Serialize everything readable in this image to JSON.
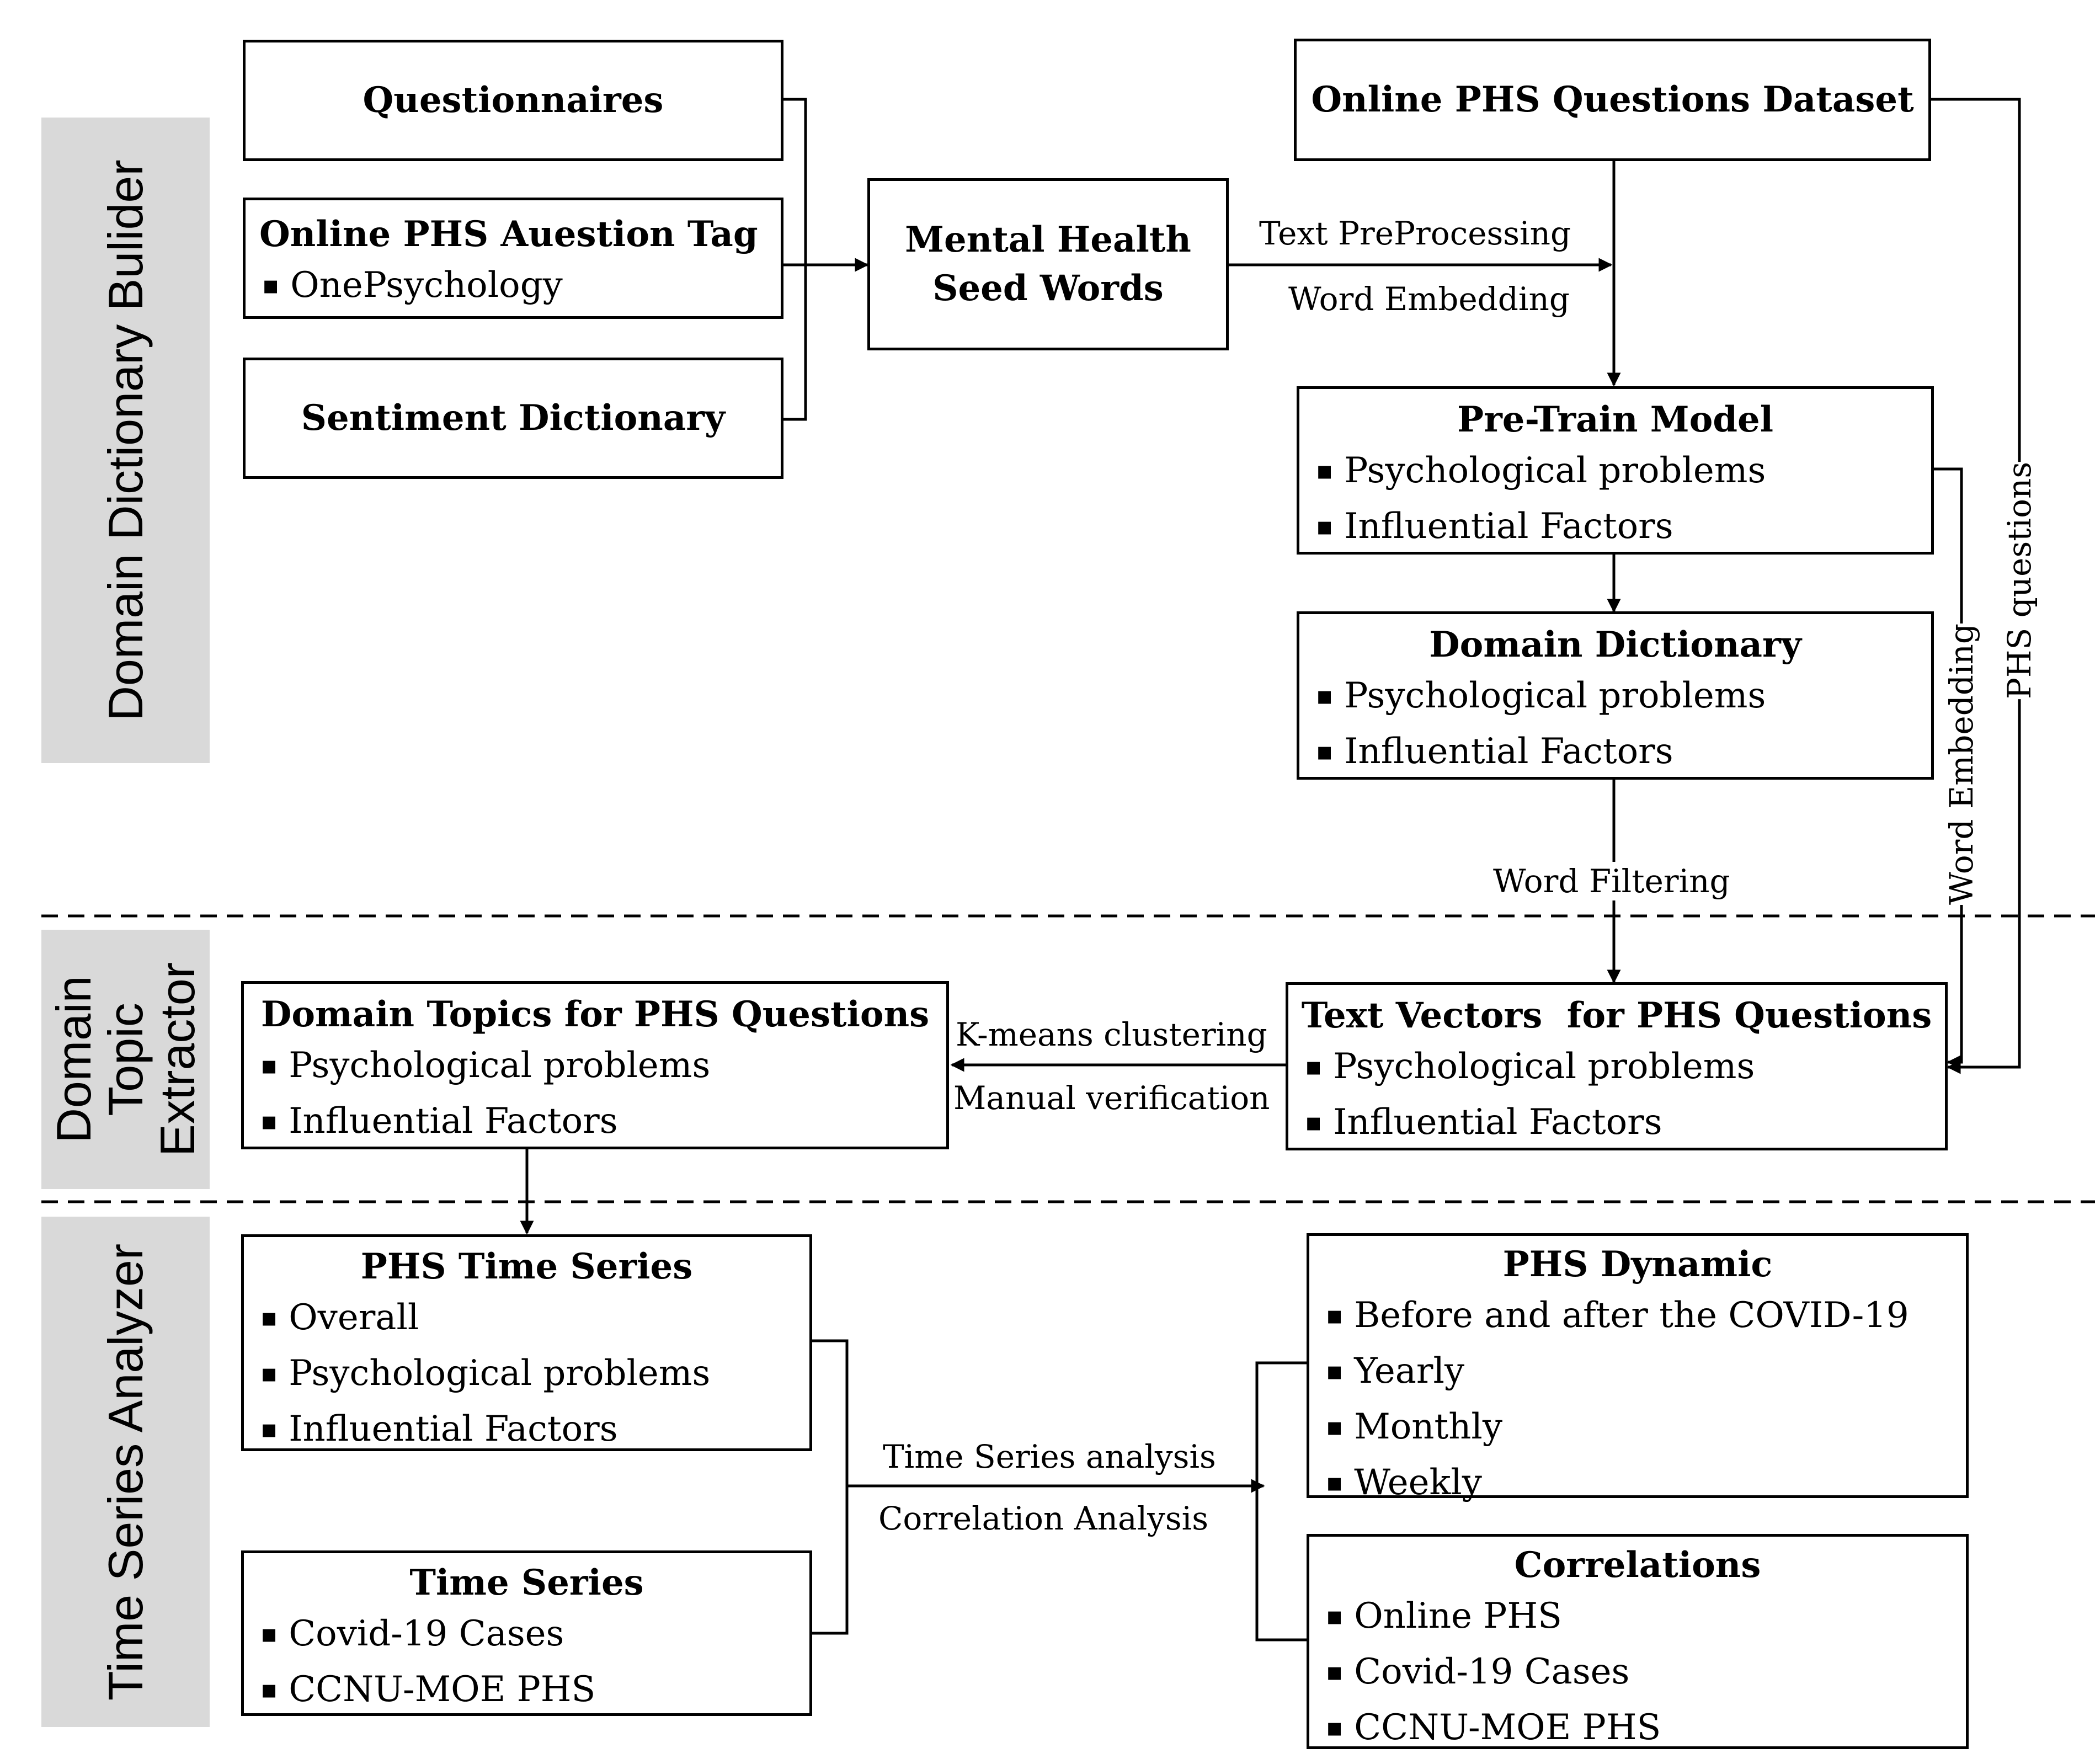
{
  "sections": {
    "dictionary_builder": "Domain Dictionary Bulider",
    "topic_extractor_line1": "Domain",
    "topic_extractor_line2": "Topic",
    "topic_extractor_line3": "Extractor",
    "time_series_analyzer": "Time Series Analyzer"
  },
  "boxes": {
    "questionnaires": {
      "title": "Questionnaires"
    },
    "question_tag": {
      "title": "Online PHS Auestion Tag",
      "items": [
        "OnePsychology"
      ]
    },
    "sentiment_dictionary": {
      "title": "Sentiment Dictionary"
    },
    "seed_words": {
      "title_line1": "Mental Health",
      "title_line2": "Seed Words"
    },
    "questions_dataset": {
      "title": "Online PHS Questions Dataset"
    },
    "pretrain_model": {
      "title": "Pre-Train Model",
      "items": [
        "Psychological problems",
        "Influential Factors"
      ]
    },
    "domain_dictionary": {
      "title": "Domain Dictionary",
      "items": [
        "Psychological problems",
        "Influential Factors"
      ]
    },
    "domain_topics": {
      "title": "Domain Topics for PHS Questions",
      "items": [
        "Psychological problems",
        "Influential Factors"
      ]
    },
    "text_vectors": {
      "title": "Text Vectors  for PHS Questions",
      "items": [
        "Psychological problems",
        "Influential Factors"
      ]
    },
    "phs_time_series": {
      "title": "PHS Time Series",
      "items": [
        "Overall",
        "Psychological problems",
        "Influential Factors"
      ]
    },
    "time_series": {
      "title": "Time Series",
      "items": [
        "Covid-19 Cases",
        "CCNU-MOE PHS"
      ]
    },
    "phs_dynamic": {
      "title": "PHS Dynamic",
      "items": [
        "Before and after the COVID-19",
        "Yearly",
        "Monthly",
        "Weekly"
      ]
    },
    "correlations": {
      "title": "Correlations",
      "items": [
        "Online PHS",
        "Covid-19 Cases",
        "CCNU-MOE PHS"
      ]
    }
  },
  "edge_labels": {
    "text_preprocessing": "Text PreProcessing",
    "word_embedding_top": "Word Embedding",
    "word_filtering": "Word Filtering",
    "word_embedding_side": "Word Embedding",
    "phs_questions": "PHS questions",
    "kmeans": "K-means clustering",
    "manual_verification": "Manual verification",
    "time_series_analysis": "Time Series analysis",
    "correlation_analysis": "Correlation Analysis"
  }
}
